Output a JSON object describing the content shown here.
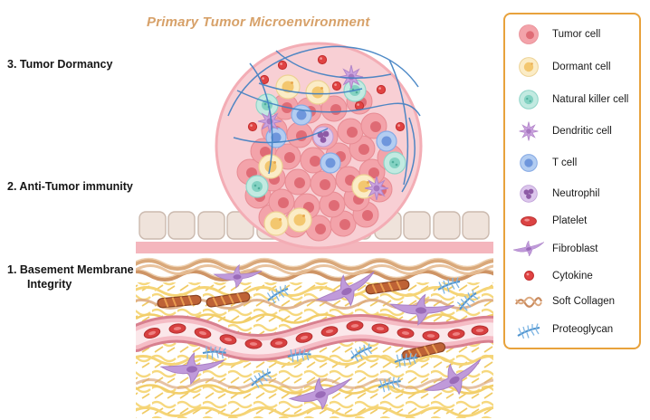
{
  "title": "Primary Tumor Microenvironment",
  "side_labels": {
    "tumor_dormancy": "3. Tumor Dormancy",
    "anti_tumor_immunity": "2. Anti-Tumor immunity",
    "basement_membrane_line1": "1.  Basement Membrane",
    "basement_membrane_line2": "Integrity"
  },
  "legend": {
    "items": [
      {
        "icon": "tumor-cell-icon",
        "label": "Tumor cell"
      },
      {
        "icon": "dormant-cell-icon",
        "label": "Dormant cell"
      },
      {
        "icon": "natural-killer-cell-icon",
        "label": "Natural killer cell"
      },
      {
        "icon": "dendritic-cell-icon",
        "label": "Dendritic cell"
      },
      {
        "icon": "t-cell-icon",
        "label": "T cell"
      },
      {
        "icon": "neutrophil-icon",
        "label": "Neutrophil"
      },
      {
        "icon": "platelet-icon",
        "label": "Platelet"
      },
      {
        "icon": "fibroblast-icon",
        "label": "Fibroblast"
      },
      {
        "icon": "cytokine-icon",
        "label": "Cytokine"
      },
      {
        "icon": "soft-collagen-icon",
        "label": "Soft Collagen"
      },
      {
        "icon": "proteoglycan-icon",
        "label": "Proteoglycan"
      }
    ]
  },
  "colors": {
    "title_text": "#D7A169",
    "legend_border": "#E8A23C",
    "tumor_mass": "#F8CFD4",
    "tumor_cell": "#F3A3AA",
    "dormant_cell": "#FBECC6",
    "natural_killer_cell": "#C2EAE1",
    "dendritic_cell": "#CBA3DF",
    "t_cell": "#B3CDF1",
    "neutrophil": "#DCC6EC",
    "platelet": "#DB4343",
    "fibroblast": "#C09ADA",
    "cytokine": "#E04343",
    "soft_collagen": "#D9A87A",
    "proteoglycan": "#4E93CE",
    "ecm_fiber": "#F6D87E",
    "blood_vessel": "#F5BCC5",
    "red_blood_cell": "#D84040",
    "epithelium": "#EFE3DB",
    "basement_membrane": "#F4B6BD"
  }
}
